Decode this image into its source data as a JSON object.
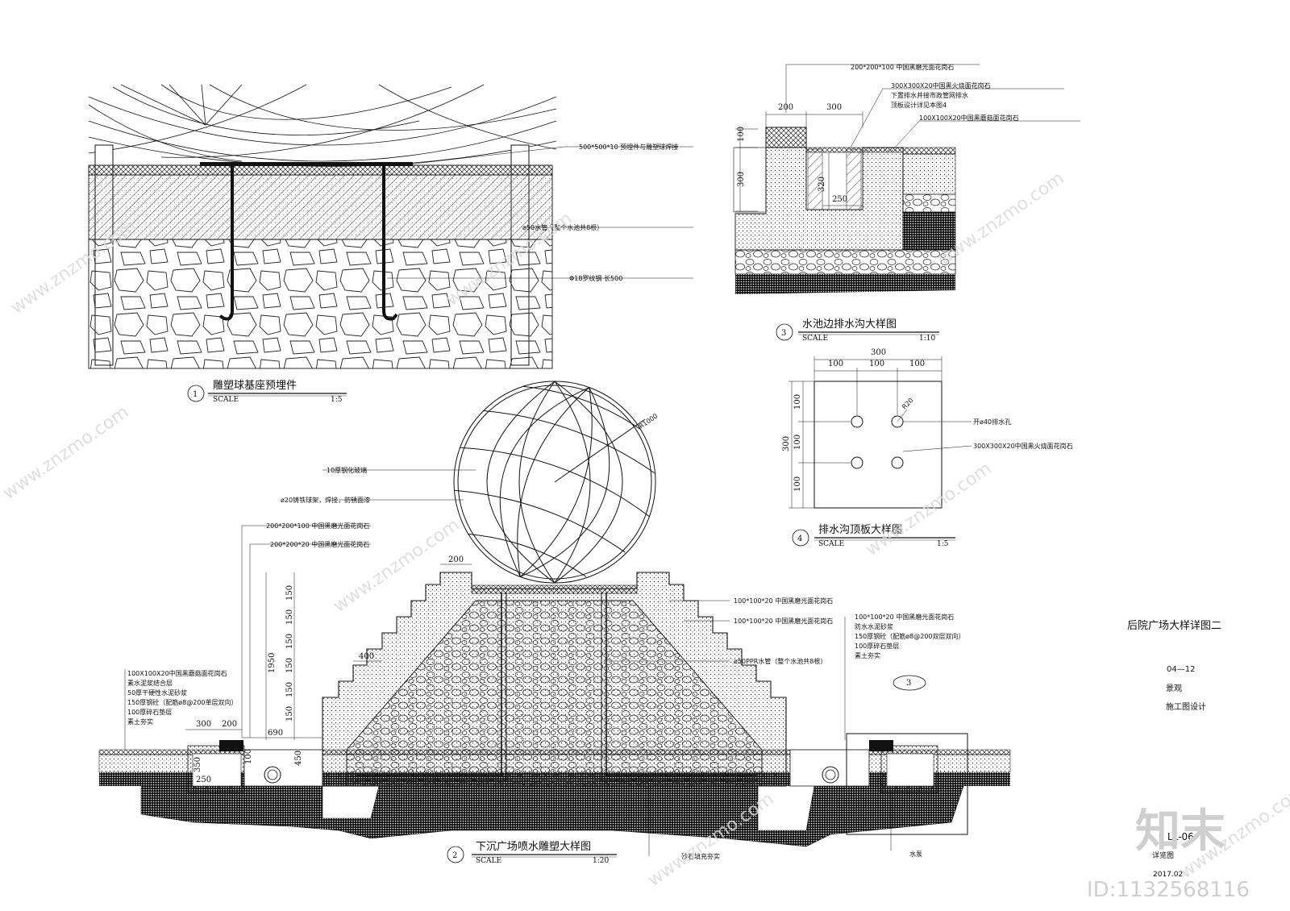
{
  "detail1": {
    "num": "1",
    "title": "雕塑球基座预埋件",
    "scale_word": "SCALE",
    "scale": "1:5",
    "callouts": [
      "500*500*10 预埋件与雕塑球焊接",
      "ø50水管（整个水池共8根）",
      "Φ18罗纹钢 长500"
    ]
  },
  "detail2": {
    "num": "2",
    "title": "下沉广场喷水雕塑大样图",
    "scale_word": "SCALE",
    "scale": "1:20",
    "sphere_notes": [
      "10厚钢化玻璃",
      "ø20铸铁球架，焊接，防锈面漆"
    ],
    "top_notes": [
      "200*200*100 中国黑磨光面花岗石",
      "200*200*20 中国黑磨光面花岗石"
    ],
    "left_layers": [
      "100X100X20中国黑蘑菇面花岗石",
      "素水泥浆结合层",
      "50厚干硬性水泥砂浆",
      "150厚钢砼（配筋ø8@200单层双向）",
      "100厚碎石垫层",
      "素土夯实"
    ],
    "right_notes": [
      "100*100*20 中国黑磨光面花岗石",
      "100*100*20 中国黑磨光面花岗石",
      "ø50PPR水管（整个水池共8根）"
    ],
    "far_right_layers": [
      "100*100*20 中国黑磨光面花岗石",
      "防水水泥砂浆",
      "150厚钢砼（配筋ø8@200双层双向）",
      "100厚碎石垫层",
      "素土夯实"
    ],
    "bottom_notes": [
      "砂石填充夯实",
      "水泵"
    ],
    "ref_tag": "3",
    "r_label": "R1000",
    "dims": {
      "d1950": "1950",
      "d150": "150",
      "d200": "200",
      "d400": "400",
      "d300": "300",
      "d690": "690",
      "d100": "100",
      "d450": "450",
      "d350": "350",
      "d250": "250"
    }
  },
  "detail3": {
    "num": "3",
    "title": "水池边排水沟大样图",
    "scale_word": "SCALE",
    "scale": "1:10",
    "callouts": [
      "200*200*100 中国黑磨光面花岗石",
      "300X300X20中国黑火烧面花岗石",
      "下置排水井接市政管网排水",
      "顶板设计详见本图4",
      "100X100X20中国黑蘑菇面花岗石"
    ],
    "dims": {
      "d200": "200",
      "d300": "300",
      "d100": "100",
      "d300v": "300",
      "d320": "320",
      "d250": "250"
    }
  },
  "detail4": {
    "num": "4",
    "title": "排水沟顶板大样图",
    "scale_word": "SCALE",
    "scale": "1:5",
    "callouts": [
      "开ø40排水孔",
      "300X300X20中国黑火烧面花岗石"
    ],
    "r_label": "R20",
    "dims": {
      "top": "300",
      "a": "100",
      "b": "100",
      "c": "100",
      "side": "300"
    }
  },
  "titleblock": {
    "title": "后院广场大样详图二",
    "code": "04—12",
    "discipline": "景观",
    "phase": "施工图设计",
    "sheet_no": "LL-06",
    "sheet_name": "详览图",
    "date": "2017.02"
  },
  "watermark": {
    "brand": "知末",
    "site": "www.znzmo.com",
    "id": "ID:1132568116"
  }
}
